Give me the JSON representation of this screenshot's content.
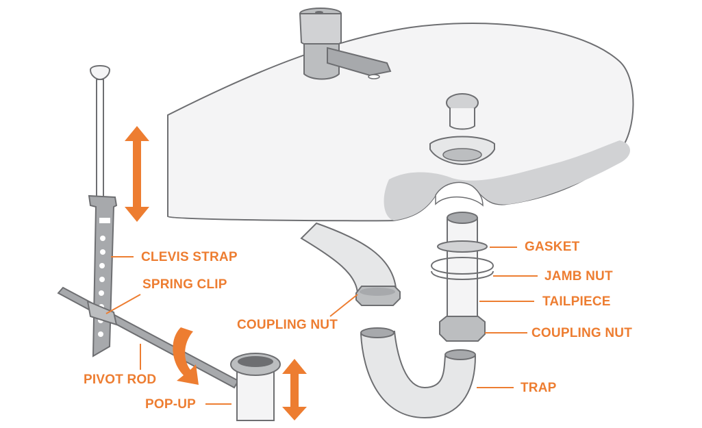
{
  "colors": {
    "accent": "#ed7d31",
    "line": "#6d6e71",
    "sink_fill": "#f4f4f5",
    "shadow": "#d1d2d4",
    "part_fill": "#e6e7e8",
    "part_dark": "#a7a9ac"
  },
  "labels": {
    "clevis_strap": "CLEVIS STRAP",
    "spring_clip": "SPRING CLIP",
    "pivot_rod": "PIVOT ROD",
    "pop_up": "POP-UP",
    "coupling_nut_left": "COUPLING NUT",
    "gasket": "GASKET",
    "jamb_nut": "JAMB NUT",
    "tailpiece": "TAILPIECE",
    "coupling_nut_right": "COUPLING NUT",
    "trap": "TRAP"
  },
  "icons": [
    "up-down-arrow-icon",
    "rotate-arrow-icon"
  ]
}
